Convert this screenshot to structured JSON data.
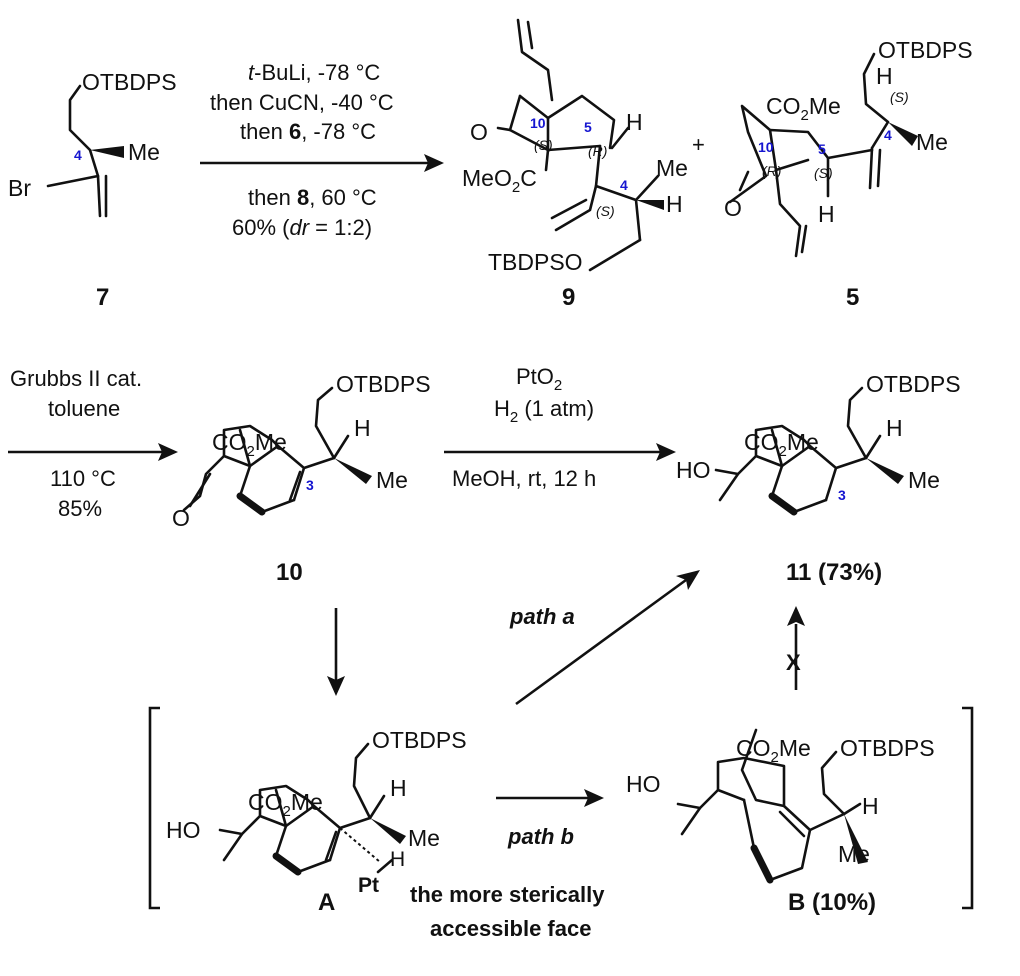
{
  "compounds": {
    "c7": "7",
    "c9": "9",
    "c5": "5",
    "c10": "10",
    "c11": "11 (73%)",
    "cA": "A",
    "cB": "B (10%)"
  },
  "groups": {
    "otbdps": "OTBDPS",
    "tbdpso": "TBDPSO",
    "br": "Br",
    "me": "Me",
    "h": "H",
    "o": "O",
    "ho": "HO",
    "co2me": "CO",
    "co2me_sub": "2",
    "co2me_tail": "Me",
    "meo2c_pre": "MeO",
    "meo2c_sub": "2",
    "meo2c_tail": "C",
    "pt": "Pt",
    "plus": "+"
  },
  "stereo": {
    "s": "(S)",
    "r": "(R)"
  },
  "atom_numbers": {
    "n4": "4",
    "n5": "5",
    "n10": "10",
    "n3": "3"
  },
  "step1": {
    "line1_a": "t",
    "line1_b": "-BuLi, -78 °C",
    "line2": "then CuCN, -40 °C",
    "line3_a": "then ",
    "line3_b": "6",
    "line3_c": ", -78 °C",
    "line4_a": "then ",
    "line4_b": "8",
    "line4_c": ", 60 °C",
    "line5_a": "60% (",
    "line5_b": "dr",
    "line5_c": " = 1:2)"
  },
  "step2": {
    "line1": "Grubbs II cat.",
    "line2": "toluene",
    "line3": "110 °C",
    "line4": "85%"
  },
  "step3": {
    "line1": "PtO",
    "line1_sub": "2",
    "line2_a": "H",
    "line2_sub": "2",
    "line2_b": " (1 atm)",
    "line3": "MeOH, rt, 12 h"
  },
  "paths": {
    "path_a": "path a",
    "path_b": "path b",
    "blocked": "X"
  },
  "note": {
    "line1": "the more sterically",
    "line2": "accessible face"
  },
  "colors": {
    "blue": "#1515d0",
    "path_a": "#1515d0",
    "path_b": "#e020d0",
    "blocked": "#e02020"
  }
}
